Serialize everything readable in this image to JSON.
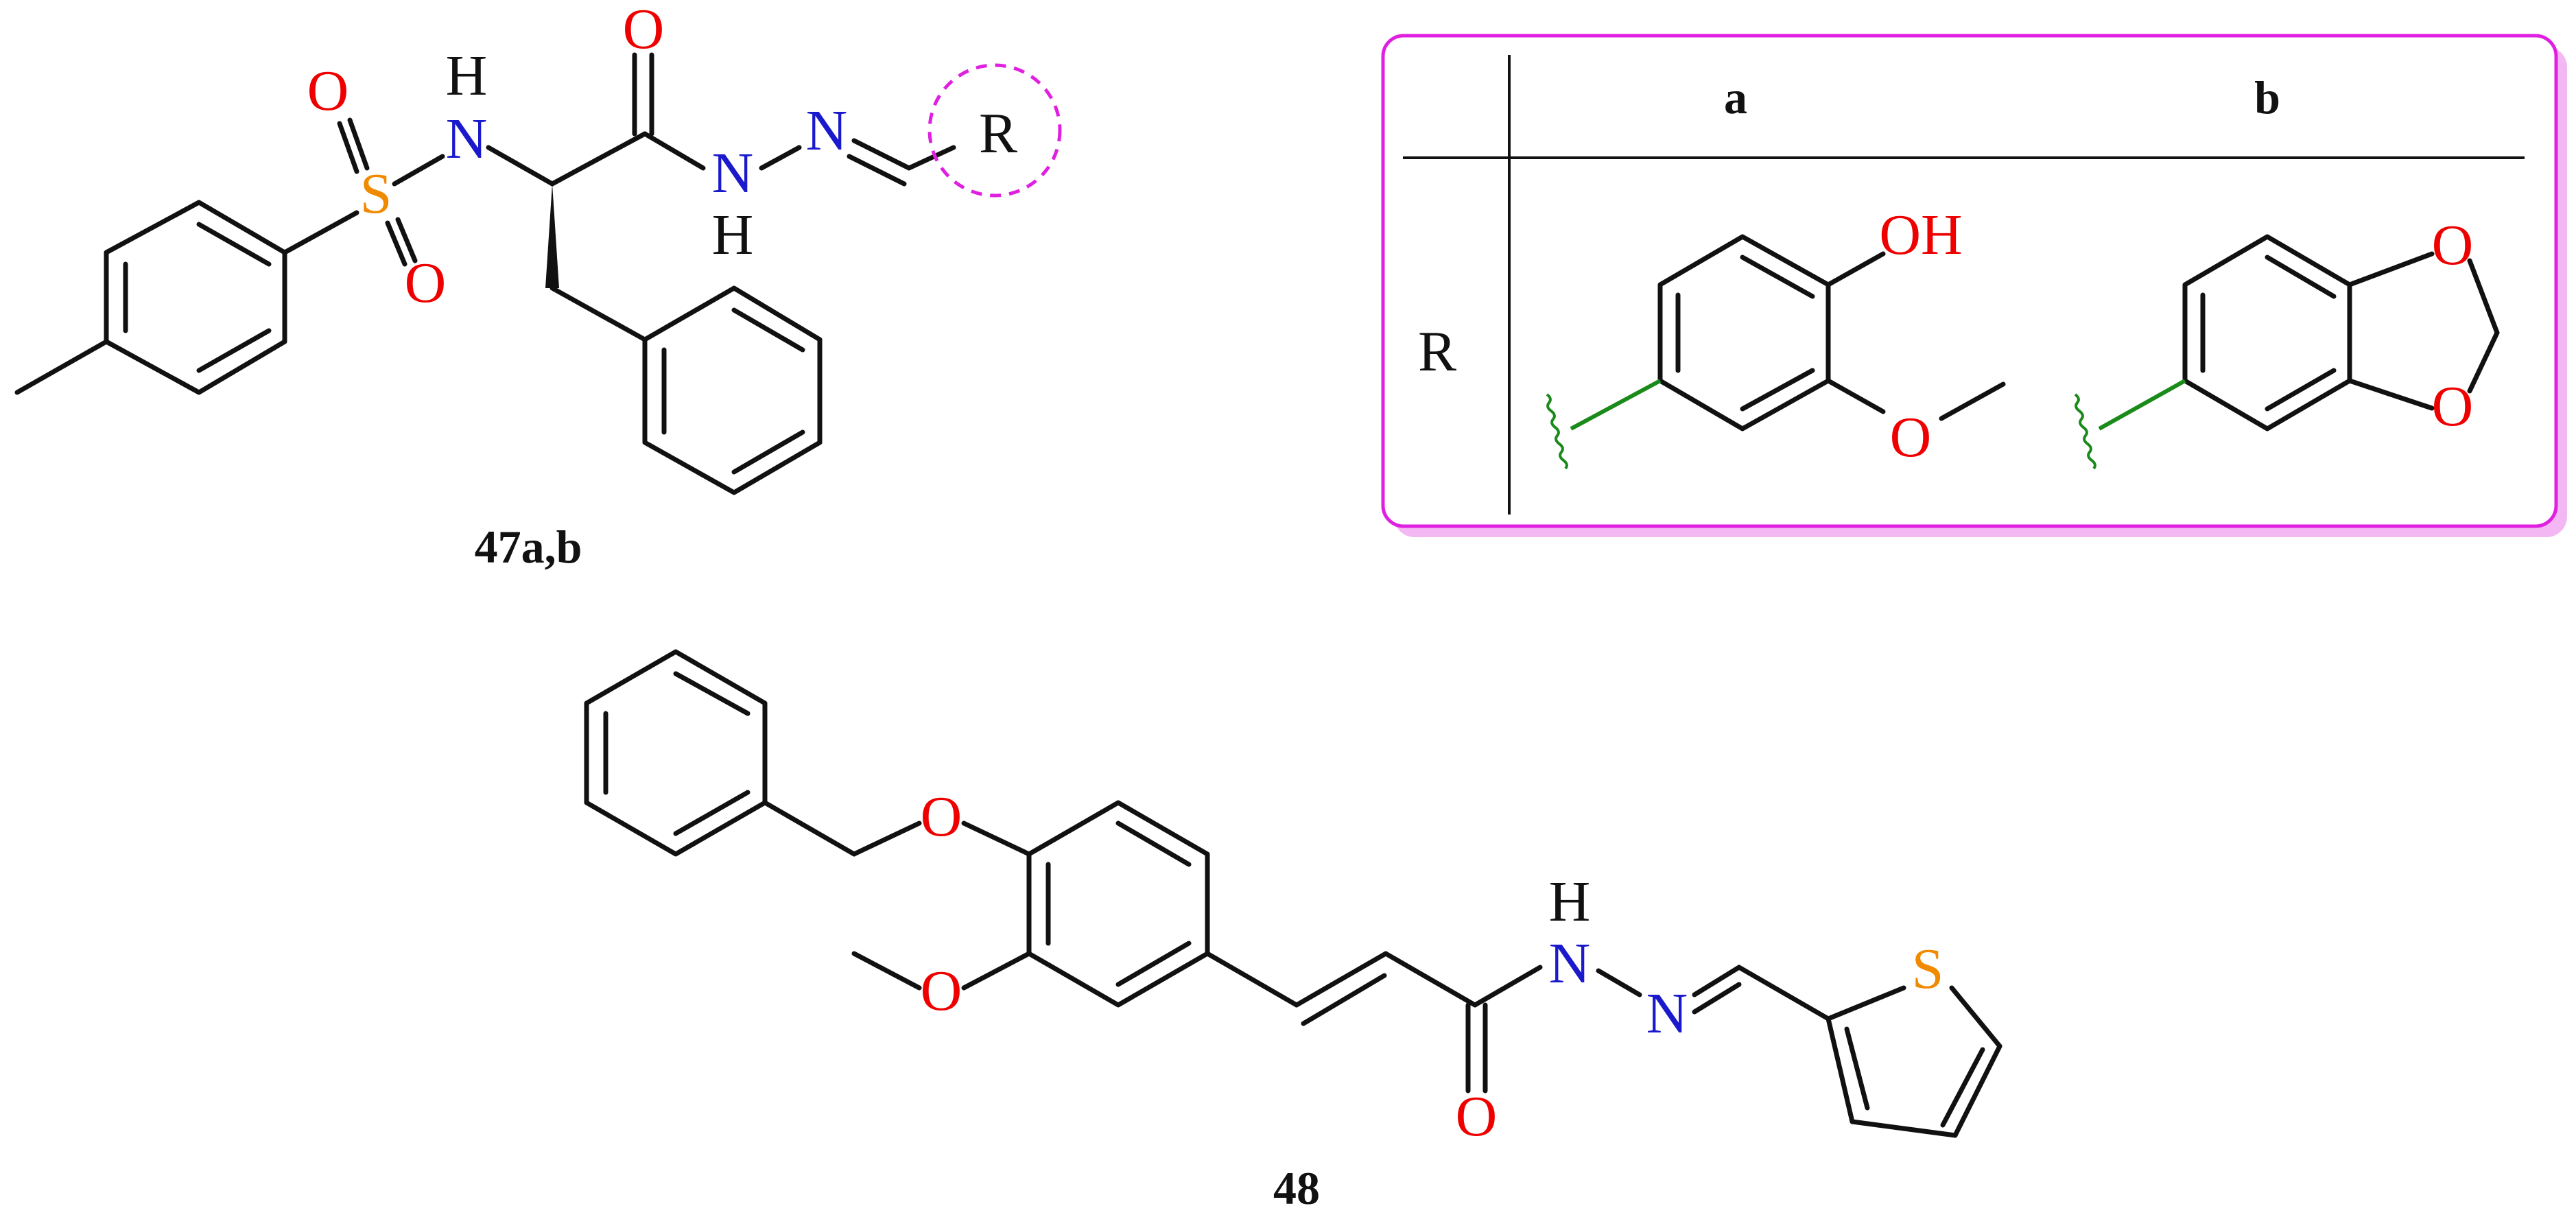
{
  "colors": {
    "carbon": "#111111",
    "oxygen": "#ee0000",
    "nitrogen": "#1a1acc",
    "sulfur": "#f08a00",
    "highlight": "#e020e0",
    "attachment_bond": "#1a8a1a"
  },
  "compound_47": {
    "label": "47a,b",
    "atoms": {
      "o_s1": "O",
      "o_s2": "O",
      "s": "S",
      "n_amide": "N",
      "h_amide": "H",
      "o_carbonyl": "O",
      "n_hydrazide": "N",
      "h_hydrazide": "H",
      "n_imine": "N",
      "r_group": "R"
    }
  },
  "r_table": {
    "row_label": "R",
    "columns": [
      {
        "key": "a",
        "atoms": {
          "oh": "OH",
          "o_methoxy": "O"
        }
      },
      {
        "key": "b",
        "atoms": {
          "o_top": "O",
          "o_bottom": "O"
        }
      }
    ]
  },
  "compound_48": {
    "label": "48",
    "atoms": {
      "o_benzyloxy": "O",
      "o_methoxy": "O",
      "o_carbonyl": "O",
      "h_nh": "H",
      "n_nh": "N",
      "n_imine": "N",
      "s_thiophene": "S"
    }
  }
}
